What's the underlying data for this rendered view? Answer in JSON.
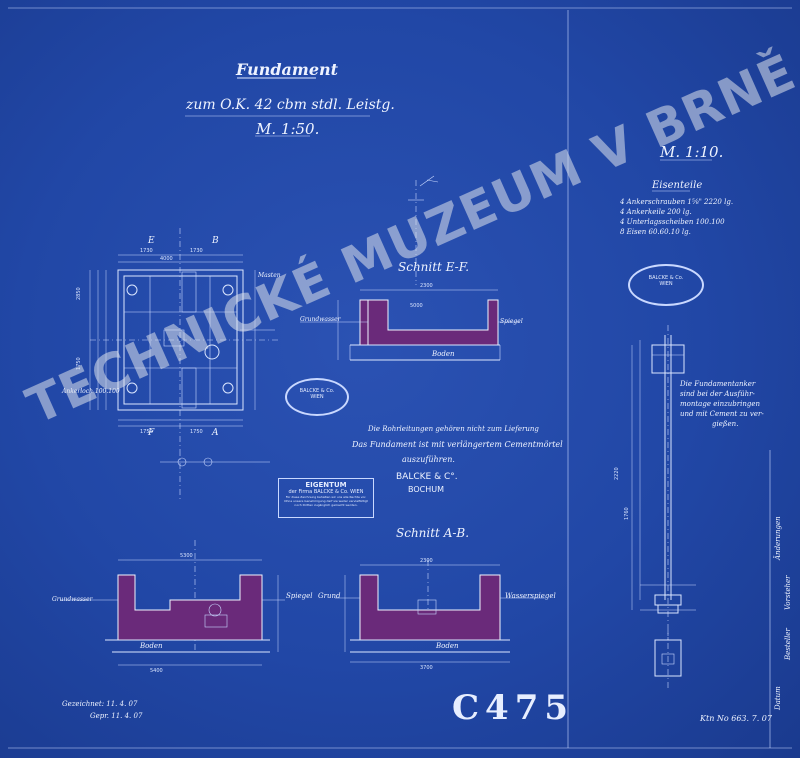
{
  "title": {
    "main": "Fundament",
    "line2": "zum O.K. 42 cbm stdl. Leistg.",
    "scale": "M. 1:50."
  },
  "right_panel": {
    "scale": "M. 1:10.",
    "parts_heading": "Eisenteile",
    "parts": [
      "4 Ankerschrauben 1⅝\" 2220 lg.",
      "4 Ankerkeile 200 lg.",
      "4 Unterlagsscheiben 100.100",
      "8 Eisen 60.60.10 lg."
    ],
    "note": [
      "Die Fundamentanker",
      "sind bei der Ausführ-",
      "montage einzubringen",
      "und mit Cement zu ver-",
      "gießen."
    ],
    "bottom_ref": "Ktn No 663. 7. 07"
  },
  "sections": {
    "top_label": "Schnitt E-F.",
    "bottom_label": "Schnitt A-B.",
    "water_level": "Wasserspiegel",
    "spiegel": "Spiegel",
    "grundwasser": "Grundwasser",
    "grund": "Grund",
    "boden": "Boden",
    "spiegel_right": "Spiegel"
  },
  "notes": {
    "line1": "Die Rohrleitungen gehören nicht zum Lieferung",
    "line2": "Das Fundament ist mit verlängertem Cementmörtel",
    "line3": "auszuführen."
  },
  "stamps": {
    "eigentum_title": "EIGENTUM",
    "eigentum_firm": "der Firma BALCKE & Co. WIEN",
    "eigentum_small1": "Für diese Zeichnung behalten wir uns alle Rechte vor.",
    "eigentum_small2": "Ohne unsere Genehmigung darf sie weder vervielfältigt",
    "eigentum_small3": "noch Dritten zugänglich gemacht werden.",
    "balcke_1": "BALCKE & C°.",
    "balcke_2": "BOCHUM",
    "oval_left_1": "BALCKE & Co.",
    "oval_left_2": "WIEN",
    "oval_right_1": "BALCKE & Co.",
    "oval_right_2": "WIEN"
  },
  "labels": {
    "masten": "Masten",
    "ankerloch": "Ankerloch 100.100",
    "grundwasser_left": "Grundwasser",
    "section_A": "A",
    "section_B": "B",
    "section_E": "E",
    "section_F": "F"
  },
  "signature": {
    "line1": "Gezeichnet: 11. 4. 07",
    "line2": "Gepr. 11. 4. 07"
  },
  "title_block_vertical": [
    "Änderungen",
    "Datum",
    "Besteller",
    "Vorsteher"
  ],
  "catalog_number": "C475",
  "watermark": "TECHNICKÉ MUZEUM V BRNĚ",
  "colors": {
    "paper": "#2147a6",
    "lines": "#dbe6ff",
    "fill": "#6a2a7a"
  }
}
